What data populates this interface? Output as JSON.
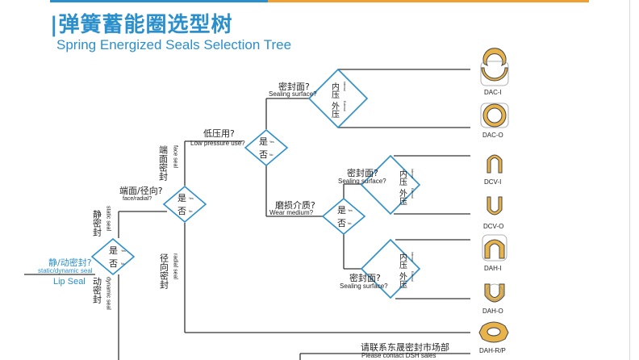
{
  "title": {
    "cn": "|弹簧蓄能圈选型树",
    "en": "Spring Energized Seals Selection Tree"
  },
  "root": {
    "cn": "静/动密封?",
    "en": "static/dynamic seal",
    "sub": "Lip Seal",
    "yes": "是",
    "no": "否"
  },
  "branch_static": {
    "cn": "静密封",
    "en": "static seal"
  },
  "branch_dynamic": {
    "cn": "动密封",
    "en": "dynamic seal"
  },
  "q_face_radial": {
    "cn": "端面/径向?",
    "en": "face/radial?",
    "yes": "是",
    "no": "否"
  },
  "branch_face": {
    "cn": "端面密封",
    "en": "face seal"
  },
  "branch_radial": {
    "cn": "径向密封",
    "en": "radial seal"
  },
  "q_low_pressure": {
    "cn": "低压用?",
    "en": "Low pressure use?",
    "yes": "是",
    "no": "否"
  },
  "q_wear": {
    "cn": "磨损介质?",
    "en": "Wear medium?",
    "yes": "是",
    "no": "否"
  },
  "q_surface_1": {
    "cn": "密封面?",
    "en": "Sealing surface?",
    "inner": "内压",
    "outer": "外压"
  },
  "q_surface_2": {
    "cn": "密封面?",
    "en": "Sealing surface?",
    "inner": "内压",
    "outer": "外压"
  },
  "q_surface_3": {
    "cn": "密封面?",
    "en": "Sealing surface?",
    "inner": "内压",
    "outer": "外压"
  },
  "diamond_tiny": {
    "yes": "Yes",
    "no": "No",
    "inner": "Internal",
    "outer": "External"
  },
  "contact": {
    "cn": "请联系东晟密封市场部",
    "en": "Please contact DSH sales"
  },
  "products": [
    {
      "label": "DAC-I",
      "icon": "dac-i-seal-icon"
    },
    {
      "label": "DAC-O",
      "icon": "dac-o-seal-icon"
    },
    {
      "label": "DCV-I",
      "icon": "dcv-i-seal-icon"
    },
    {
      "label": "DCV-O",
      "icon": "dcv-o-seal-icon"
    },
    {
      "label": "DAH-I",
      "icon": "dah-i-seal-icon"
    },
    {
      "label": "DAH-O",
      "icon": "dah-o-seal-icon"
    },
    {
      "label": "DAH-R/P",
      "icon": "dah-rp-seal-icon"
    }
  ],
  "colors": {
    "accent_blue": "#2b8fcb",
    "accent_orange": "#f0a030",
    "seal_gold": "#e8b34a",
    "line": "#333333"
  }
}
